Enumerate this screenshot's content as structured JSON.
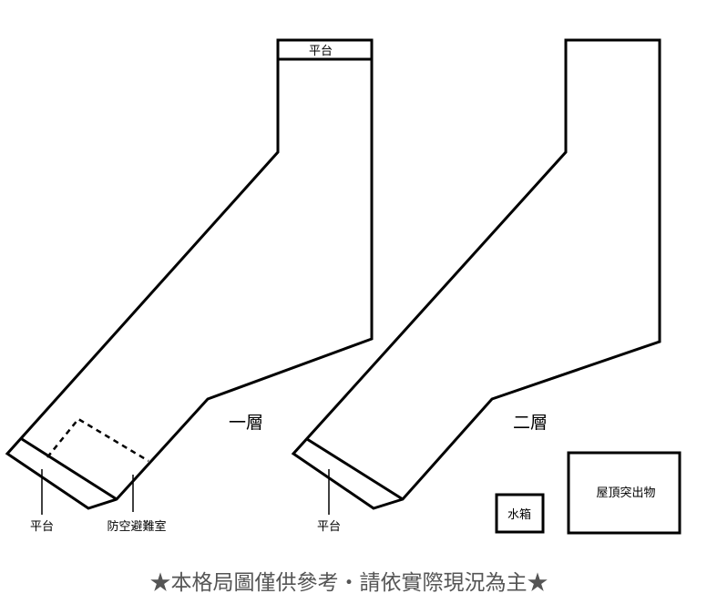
{
  "floor1": {
    "name": "一層",
    "top_platform_label": "平台",
    "bottom_platform_label": "平台",
    "shelter_label": "防空避難室"
  },
  "floor2": {
    "name": "二層",
    "bottom_platform_label": "平台"
  },
  "water_tank_label": "水箱",
  "rooftop_structure_label": "屋頂突出物",
  "disclaimer": "★本格局圖僅供參考‧請依實際現況為主★"
}
